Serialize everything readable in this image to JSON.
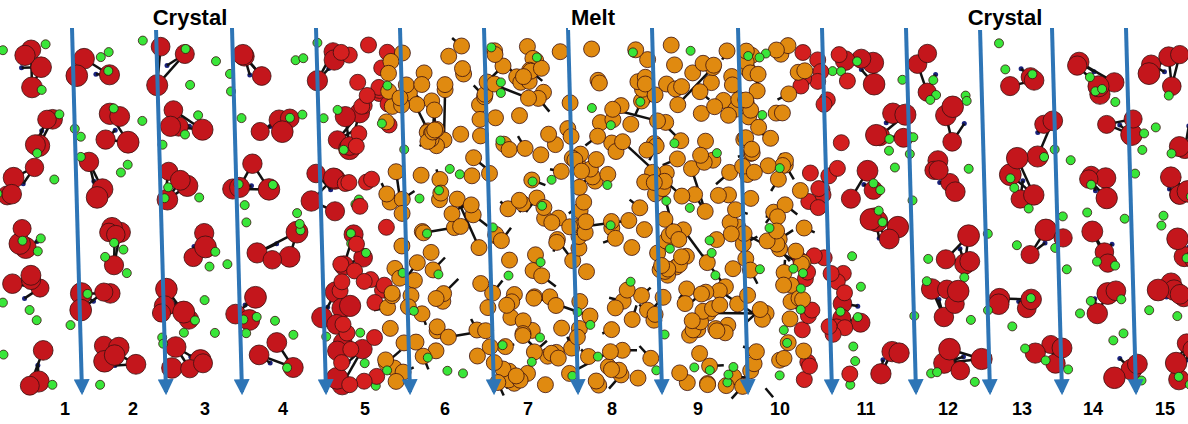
{
  "diagram": {
    "labels": [
      "Crystal",
      "Melt",
      "Crystal",
      "1",
      "2",
      "3",
      "4",
      "5",
      "6",
      "7",
      "8",
      "9",
      "10",
      "11",
      "12",
      "13",
      "14",
      "15"
    ]
  }
}
